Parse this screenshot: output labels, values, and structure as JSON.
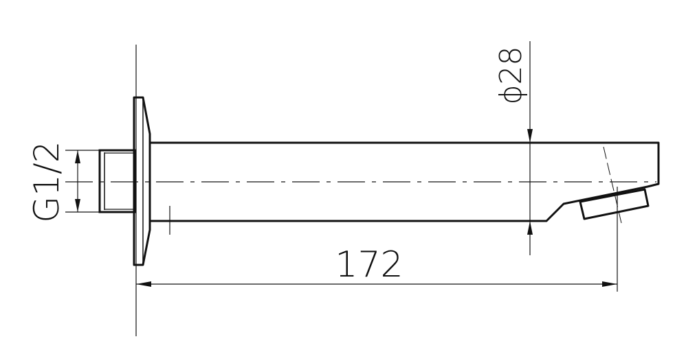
{
  "colors": {
    "line": "#111111",
    "background": "#ffffff"
  },
  "dimensions": {
    "thread": "G1/2",
    "diameter": "ϕ28",
    "length": "172"
  }
}
